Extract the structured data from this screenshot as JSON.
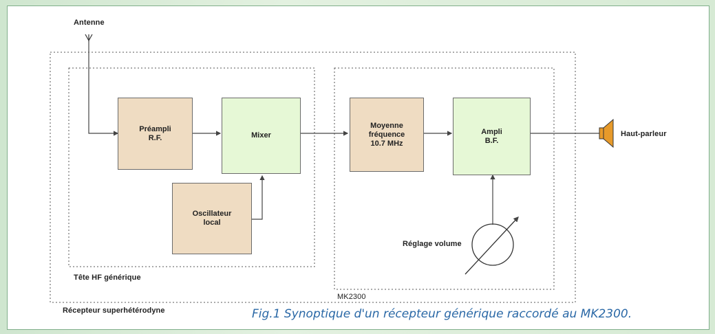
{
  "labels": {
    "antenna": "Antenne",
    "speaker": "Haut-parleur",
    "volume": "Réglage volume",
    "hf_head": "Tête HF générique",
    "mk2300": "MK2300",
    "receiver": "Récepteur superhétérodyne"
  },
  "blocks": {
    "preampli": [
      "Préampli",
      "R.F."
    ],
    "mixer": [
      "Mixer"
    ],
    "oscillator": [
      "Oscillateur",
      "local"
    ],
    "if_stage": [
      "Moyenne",
      "fréquence",
      "10.7 MHz"
    ],
    "ampli": [
      "Ampli",
      "B.F."
    ]
  },
  "caption": "Fig.1 Synoptique d'un récepteur générique raccordé au MK2300.",
  "colors": {
    "beige_block": "#efdcc2",
    "green_block": "#e6f8d6",
    "speaker": "#e79a2a",
    "caption": "#2a68a6"
  }
}
